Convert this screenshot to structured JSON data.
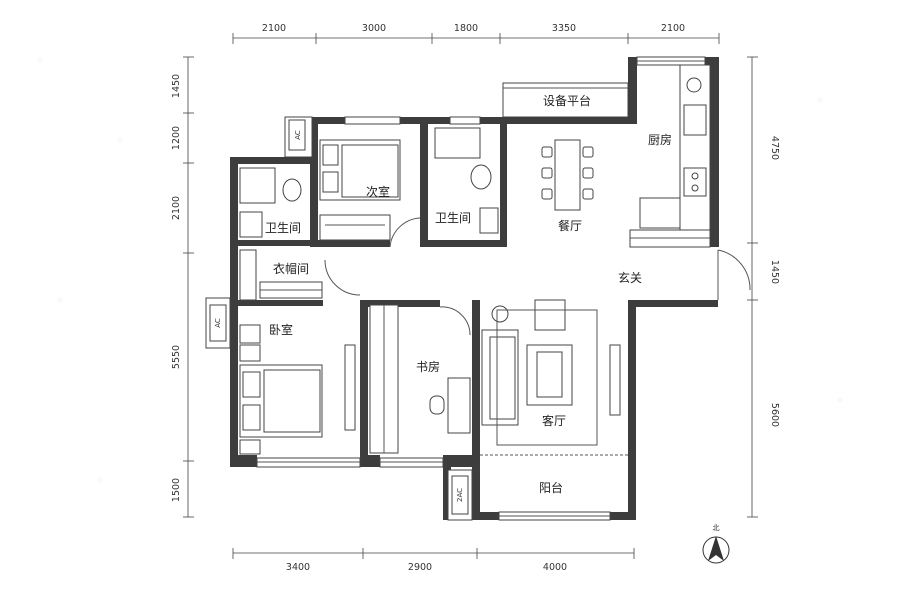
{
  "dimensions": {
    "top": [
      "2100",
      "3000",
      "1800",
      "3350",
      "2100"
    ],
    "bottom": [
      "3400",
      "2900",
      "4000"
    ],
    "left": [
      "1450",
      "1200",
      "2100",
      "5550",
      "1500"
    ],
    "right": [
      "4750",
      "1450",
      "5600"
    ]
  },
  "rooms": {
    "equipment_platform": "设备平台",
    "kitchen": "厨房",
    "second_bedroom": "次室",
    "bathroom_left": "卫生间",
    "bathroom_right": "卫生间",
    "dining": "餐厅",
    "cloakroom": "衣帽间",
    "entrance": "玄关",
    "bedroom": "卧室",
    "study": "书房",
    "living": "客厅",
    "balcony": "阳台"
  },
  "ac_labels": {
    "ac_top": "AC",
    "ac_left": "AC",
    "ac_bottom": "2AC"
  },
  "compass": {
    "label": "北"
  }
}
